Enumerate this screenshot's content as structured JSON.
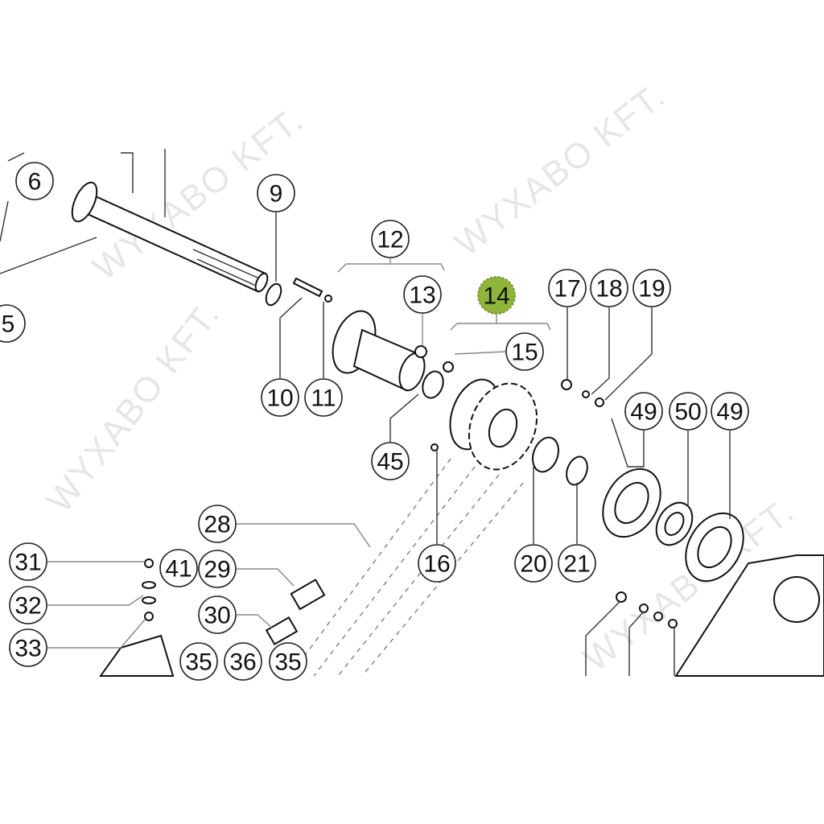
{
  "diagram": {
    "type": "exploded-parts-diagram",
    "watermark": "WYXABO KFT.",
    "highlight_color": "#8fb43a",
    "highlighted_part": "14",
    "callouts": [
      "6",
      "9",
      "12",
      "13",
      "14",
      "15",
      "17",
      "18",
      "19",
      "10",
      "11",
      "45",
      "49",
      "50",
      "49",
      "28",
      "16",
      "20",
      "21",
      "31",
      "41",
      "29",
      "32",
      "30",
      "33",
      "35",
      "36",
      "35",
      "5"
    ]
  }
}
